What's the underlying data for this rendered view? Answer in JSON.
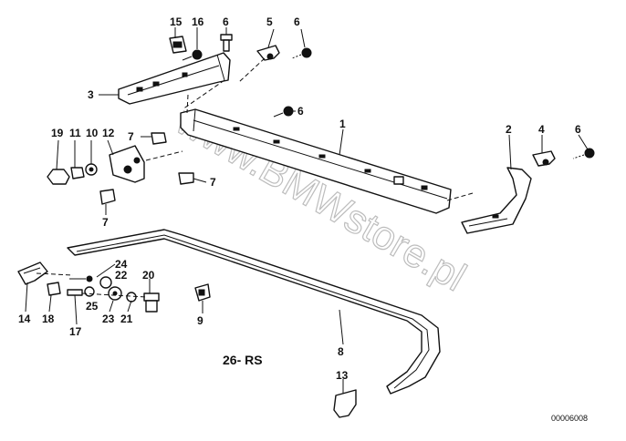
{
  "diagram": {
    "watermark": "www.BMWstore.pl",
    "caption": "26- RS",
    "code": "00006008",
    "callouts": [
      "15",
      "16",
      "6",
      "5",
      "6",
      "3",
      "1",
      "6",
      "7",
      "19",
      "11",
      "10",
      "12",
      "7",
      "7",
      "7",
      "2",
      "4",
      "6",
      "24",
      "22",
      "20",
      "25",
      "23",
      "21",
      "14",
      "18",
      "17",
      "9",
      "8",
      "13"
    ]
  }
}
